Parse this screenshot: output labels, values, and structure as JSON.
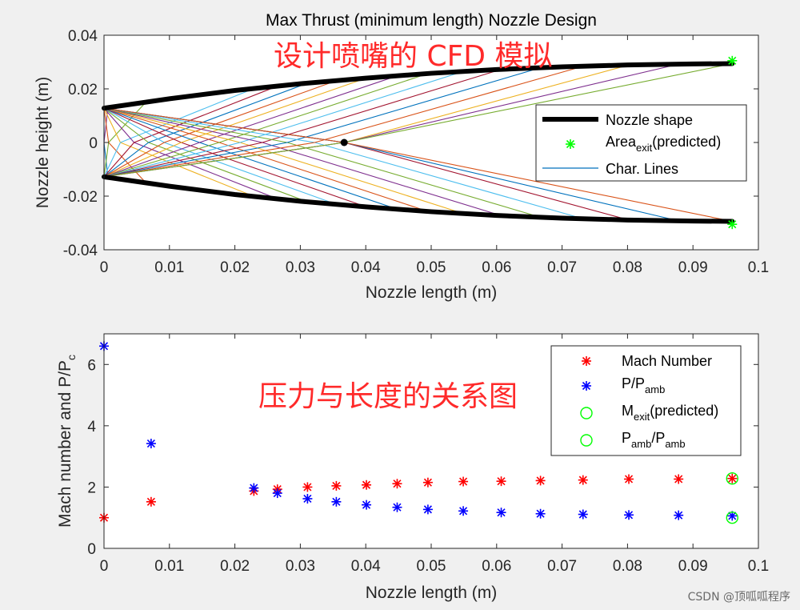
{
  "figure": {
    "title": "Max Thrust (minimum length) Nozzle Design",
    "watermark": "CSDN @顶呱呱程序"
  },
  "chart_data": [
    {
      "type": "line",
      "title": "Max Thrust (minimum length) Nozzle Design",
      "annotation": "设计喷嘴的 CFD 模拟",
      "xlabel": "Nozzle length (m)",
      "ylabel": "Nozzle height (m)",
      "xlim": [
        0,
        0.1
      ],
      "ylim": [
        -0.04,
        0.04
      ],
      "xticks": [
        "0",
        "0.01",
        "0.02",
        "0.03",
        "0.04",
        "0.05",
        "0.06",
        "0.07",
        "0.08",
        "0.09",
        "0.1"
      ],
      "yticks": [
        "-0.04",
        "-0.02",
        "0",
        "0.02",
        "0.04"
      ],
      "legend_position": "right",
      "legend": [
        {
          "key": "nozzle",
          "base": "Nozzle shape",
          "sub": ""
        },
        {
          "key": "exit",
          "base": "Area",
          "sub": "exit",
          "after": "(predicted)"
        },
        {
          "key": "char",
          "base": "Char. Lines",
          "sub": ""
        }
      ],
      "series": [
        {
          "key": "nozzle_upper",
          "x": [
            0,
            0.01,
            0.02,
            0.03,
            0.04,
            0.05,
            0.06,
            0.07,
            0.08,
            0.09,
            0.096
          ],
          "y": [
            0.0128,
            0.0163,
            0.0194,
            0.0219,
            0.024,
            0.0258,
            0.0272,
            0.0282,
            0.0289,
            0.0293,
            0.0294
          ]
        },
        {
          "key": "nozzle_lower",
          "x": [
            0,
            0.01,
            0.02,
            0.03,
            0.04,
            0.05,
            0.06,
            0.07,
            0.08,
            0.09,
            0.096
          ],
          "y": [
            -0.0128,
            -0.0163,
            -0.0194,
            -0.0219,
            -0.024,
            -0.0258,
            -0.0272,
            -0.0282,
            -0.0289,
            -0.0293,
            -0.0294
          ]
        }
      ],
      "char_lines": {
        "origin_x": 0,
        "origin_y": 0.0128,
        "axis_crossings_x": [
          0,
          0.0007,
          0.0025,
          0.0046,
          0.0068,
          0.0092,
          0.0118,
          0.0146,
          0.0176,
          0.0208,
          0.0242,
          0.028,
          0.0322,
          0.0367
        ],
        "wall_hits_x": [
          0.0006,
          0.0064,
          0.0229,
          0.0265,
          0.0311,
          0.0355,
          0.0401,
          0.0448,
          0.0495,
          0.0549,
          0.0607,
          0.0667,
          0.0732,
          0.0802,
          0.0878,
          0.096
        ]
      },
      "exit_area_points": [
        {
          "x": 0.096,
          "y": 0.0305
        },
        {
          "x": 0.096,
          "y": -0.0305
        }
      ],
      "throat_point": {
        "x": 0.0367,
        "y": 0
      }
    },
    {
      "type": "scatter",
      "annotation": "压力与长度的关系图",
      "xlabel": "Nozzle length (m)",
      "ylabel": "Mach number and P/P",
      "ylabel_sub": "c",
      "xlim": [
        0,
        0.1
      ],
      "ylim": [
        0,
        7
      ],
      "xticks": [
        "0",
        "0.01",
        "0.02",
        "0.03",
        "0.04",
        "0.05",
        "0.06",
        "0.07",
        "0.08",
        "0.09",
        "0.1"
      ],
      "yticks": [
        "0",
        "2",
        "4",
        "6"
      ],
      "legend_position": "top-right",
      "legend": [
        {
          "key": "mach",
          "base": "Mach Number",
          "sub": ""
        },
        {
          "key": "pratio",
          "base": "P/P",
          "sub": "amb"
        },
        {
          "key": "mexit",
          "base": "M",
          "sub": "exit",
          "after": "(predicted)"
        },
        {
          "key": "pamb",
          "base": "P",
          "sub": "amb",
          "after": "/P",
          "sub2": "amb"
        }
      ],
      "x": [
        0,
        0.0072,
        0.0229,
        0.0265,
        0.0311,
        0.0355,
        0.0401,
        0.0448,
        0.0495,
        0.0549,
        0.0607,
        0.0667,
        0.0732,
        0.0802,
        0.0878,
        0.096
      ],
      "series": [
        {
          "key": "mach",
          "name": "Mach Number",
          "color": "#ff0000",
          "values": [
            1.0,
            1.52,
            1.87,
            1.93,
            2.0,
            2.04,
            2.07,
            2.11,
            2.15,
            2.18,
            2.19,
            2.21,
            2.23,
            2.26,
            2.26,
            2.28
          ]
        },
        {
          "key": "pratio",
          "name": "P/Pamb",
          "color": "#0000ff",
          "values": [
            6.6,
            3.42,
            1.97,
            1.8,
            1.62,
            1.52,
            1.42,
            1.34,
            1.27,
            1.22,
            1.17,
            1.13,
            1.11,
            1.09,
            1.08,
            1.06
          ]
        }
      ],
      "predicted_points": [
        {
          "key": "mexit",
          "x": 0.096,
          "y": 2.28,
          "color": "#00ff00"
        },
        {
          "key": "pamb",
          "x": 0.096,
          "y": 1.0,
          "color": "#00ff00"
        }
      ]
    }
  ]
}
